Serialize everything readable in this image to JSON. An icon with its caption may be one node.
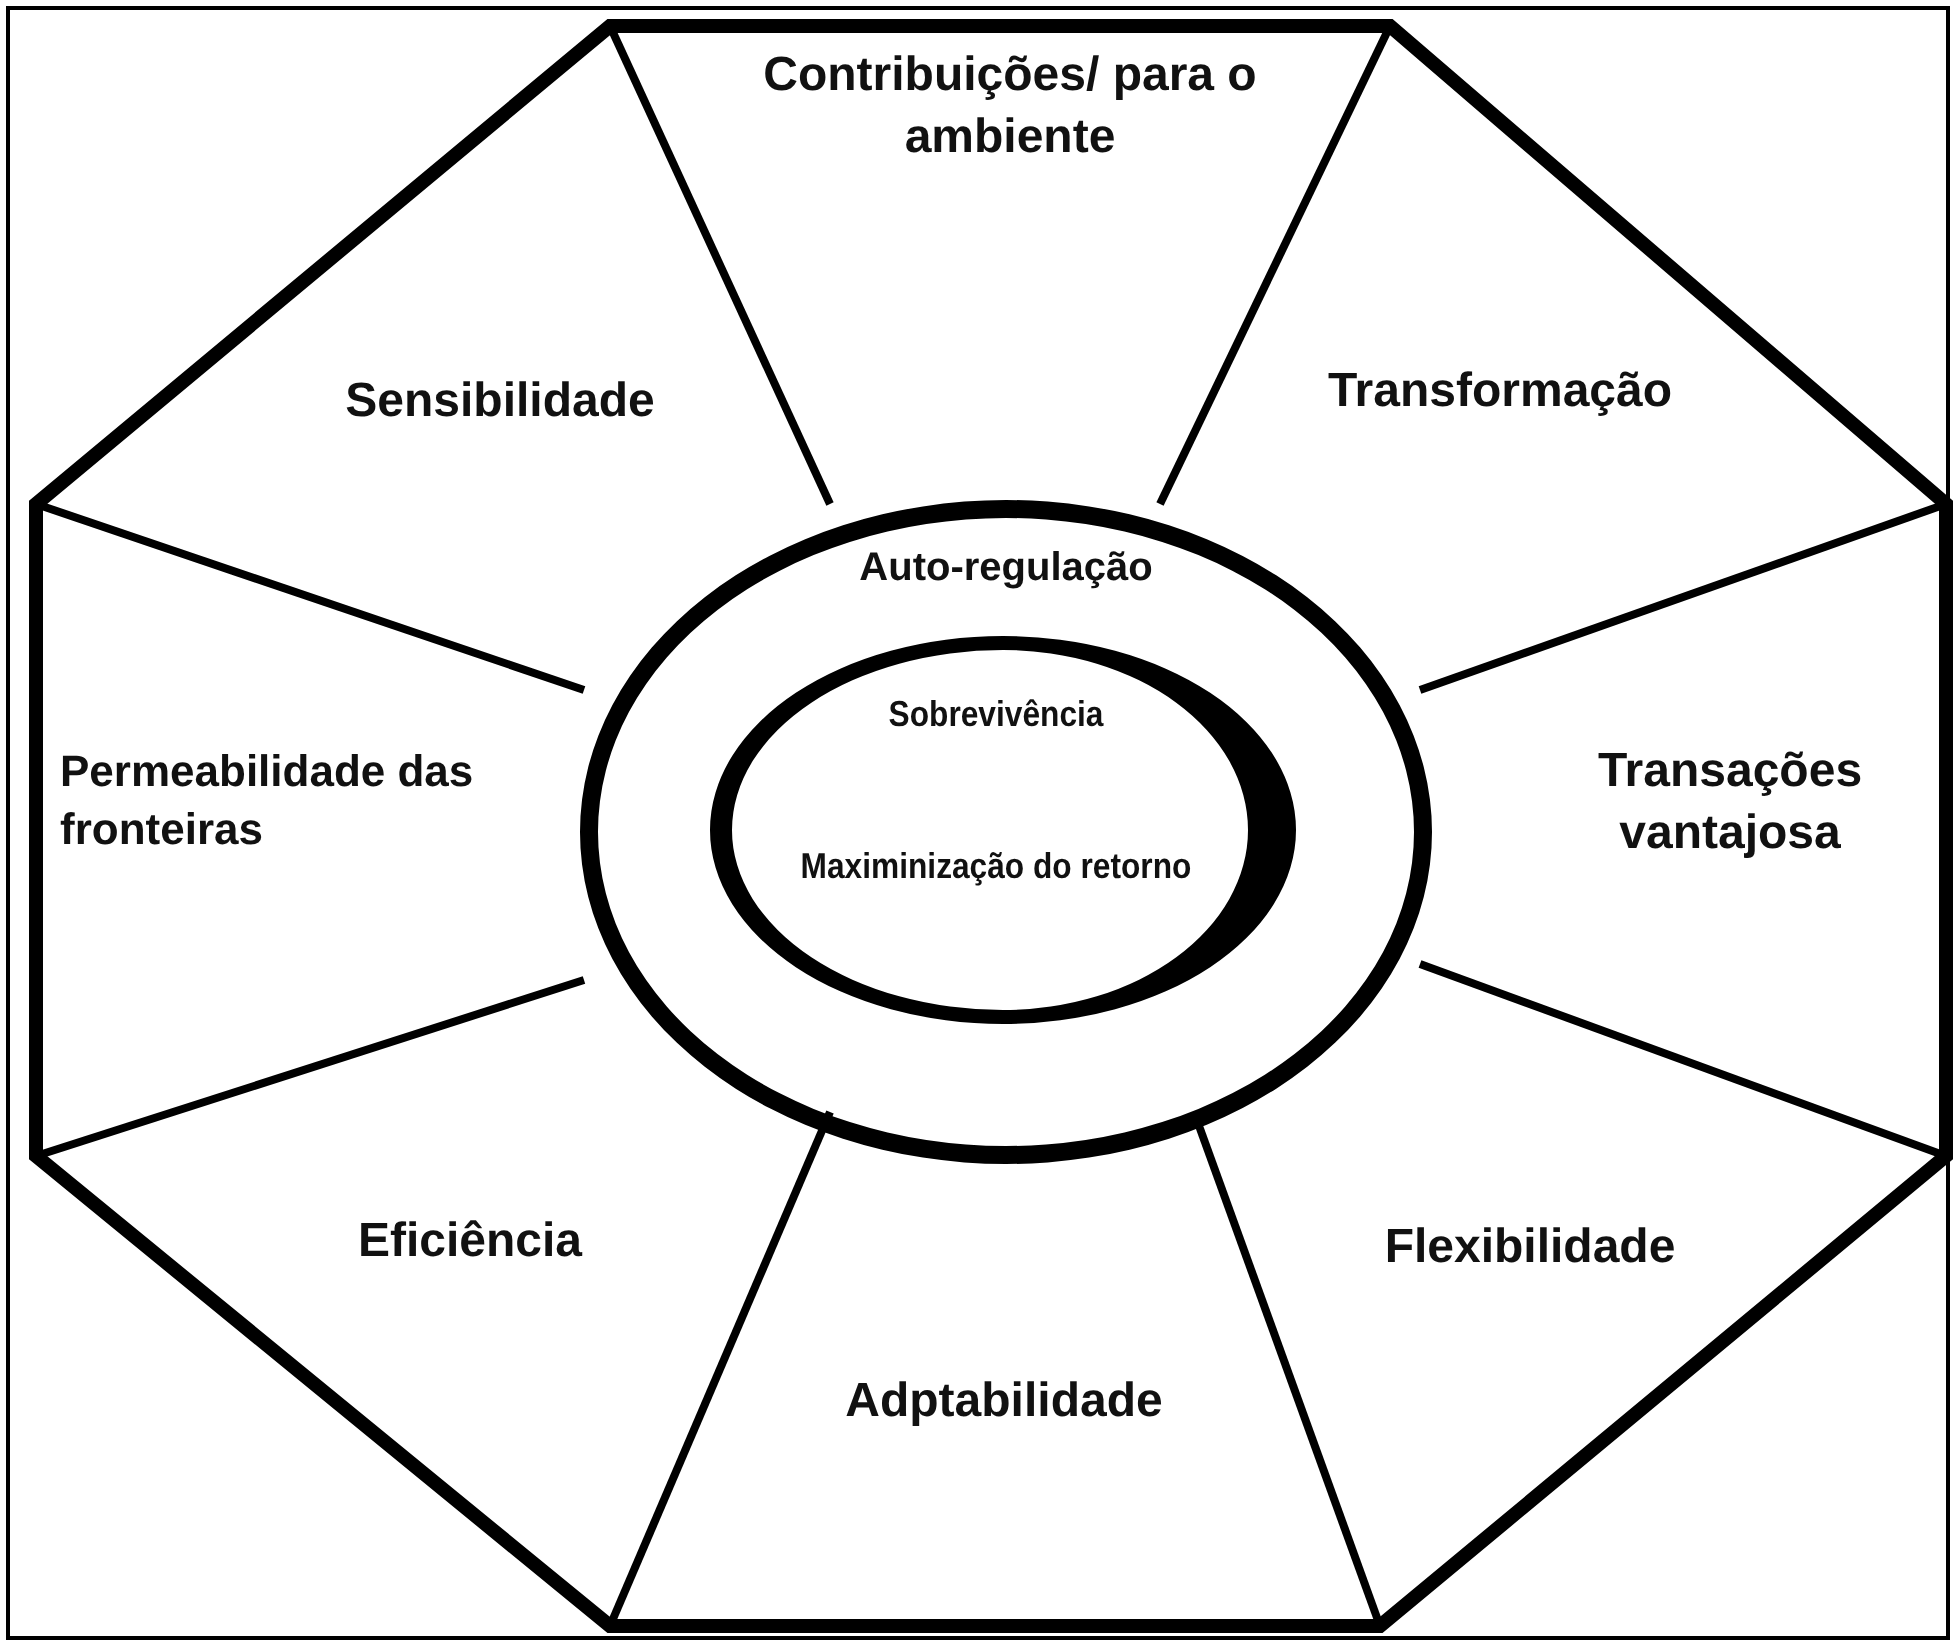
{
  "diagram": {
    "nodes": [
      {
        "text": [
          "Contribuições/ para o ambiente"
        ]
      },
      {
        "text": [
          "Sensibilidade"
        ]
      },
      {
        "text": [
          "Transformação"
        ]
      },
      {
        "text": [
          "Auto-regulação"
        ]
      },
      {
        "text": [
          "Sobrevivência",
          "Maximinização do retorno"
        ],
        "in": 3
      },
      {
        "text": [
          "Permeabilidade das fronteiras"
        ]
      },
      {
        "text": [
          "Transações vantajosa"
        ]
      },
      {
        "text": [
          "Eficiência"
        ]
      },
      {
        "text": [
          "Flexibilidade"
        ]
      },
      {
        "text": [
          "Adptabilidade"
        ]
      }
    ],
    "edges": []
  }
}
